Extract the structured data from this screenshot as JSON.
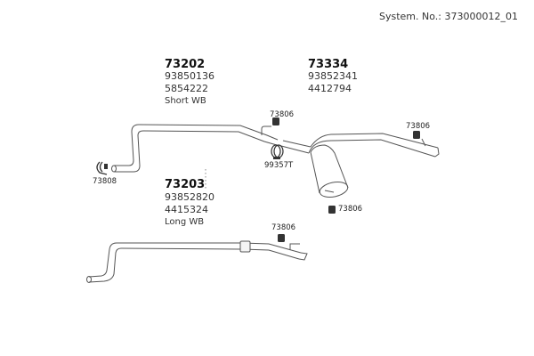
{
  "header": {
    "system_label": "System. No.: 373000012_01"
  },
  "groups": [
    {
      "part_no": "73202",
      "refs": [
        "93850136",
        "5854222"
      ],
      "note": "Short WB"
    },
    {
      "part_no": "73334",
      "refs": [
        "93852341",
        "4412794"
      ],
      "note": ""
    },
    {
      "part_no": "73203",
      "refs": [
        "93852820",
        "4415324"
      ],
      "note": "Long WB"
    }
  ],
  "callouts": {
    "mount_top_mid": "73806",
    "clamp_mid": "99357T",
    "mount_right": "73806",
    "mount_muffler": "73806",
    "clamp_left": "73808",
    "mount_lower": "73806"
  },
  "icons": {
    "rubber_mount": "rubber-mount-icon",
    "clamp": "clamp-icon",
    "pipe": "exhaust-pipe",
    "muffler": "muffler"
  }
}
